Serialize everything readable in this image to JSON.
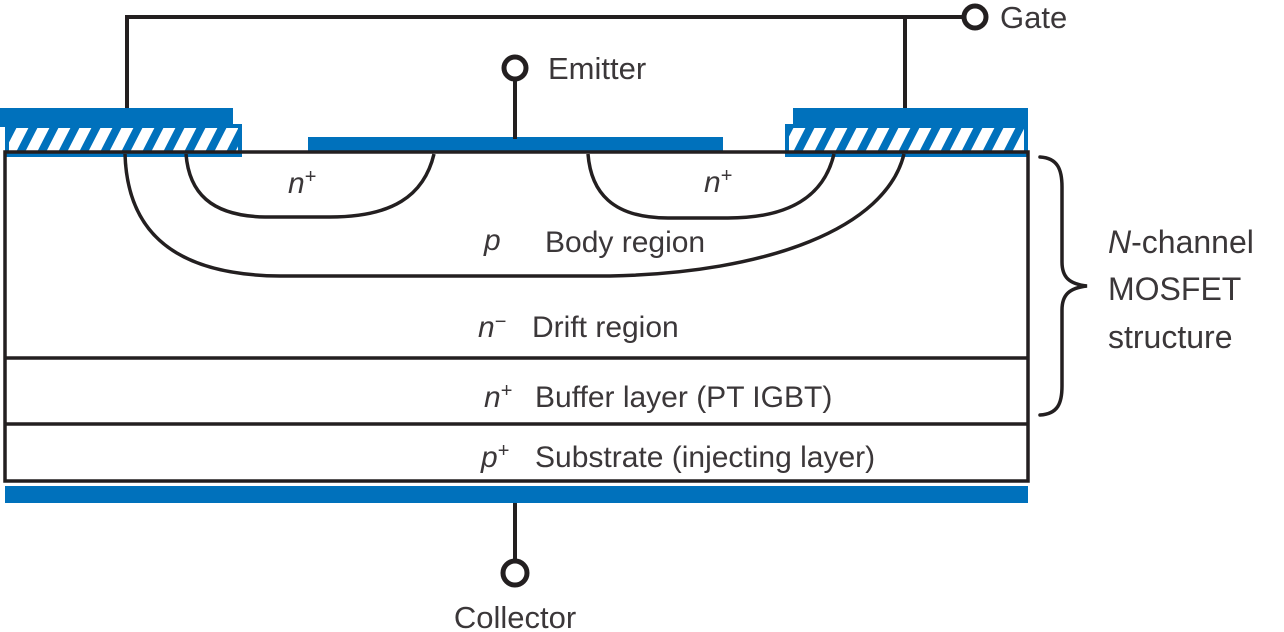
{
  "colors": {
    "blue": "#0071bc",
    "line": "#231f20",
    "text": "#3b3739"
  },
  "terminals": {
    "gate": "Gate",
    "emitter": "Emitter",
    "collector": "Collector"
  },
  "wells": {
    "left": {
      "sym": "n",
      "sup": "+"
    },
    "right": {
      "sym": "n",
      "sup": "+"
    }
  },
  "layers": {
    "body": {
      "sym": "p",
      "sup": "",
      "label": "Body region"
    },
    "drift": {
      "sym": "n",
      "sup": "−",
      "label": "Drift region"
    },
    "buffer": {
      "sym": "n",
      "sup": "+",
      "label": "Buffer layer (PT IGBT)"
    },
    "substrate": {
      "sym": "p",
      "sup": "+",
      "label": "Substrate (injecting layer)"
    }
  },
  "annotation": {
    "prefix": "N",
    "line1_rest": "-channel",
    "line2": "MOSFET",
    "line3": "structure"
  }
}
